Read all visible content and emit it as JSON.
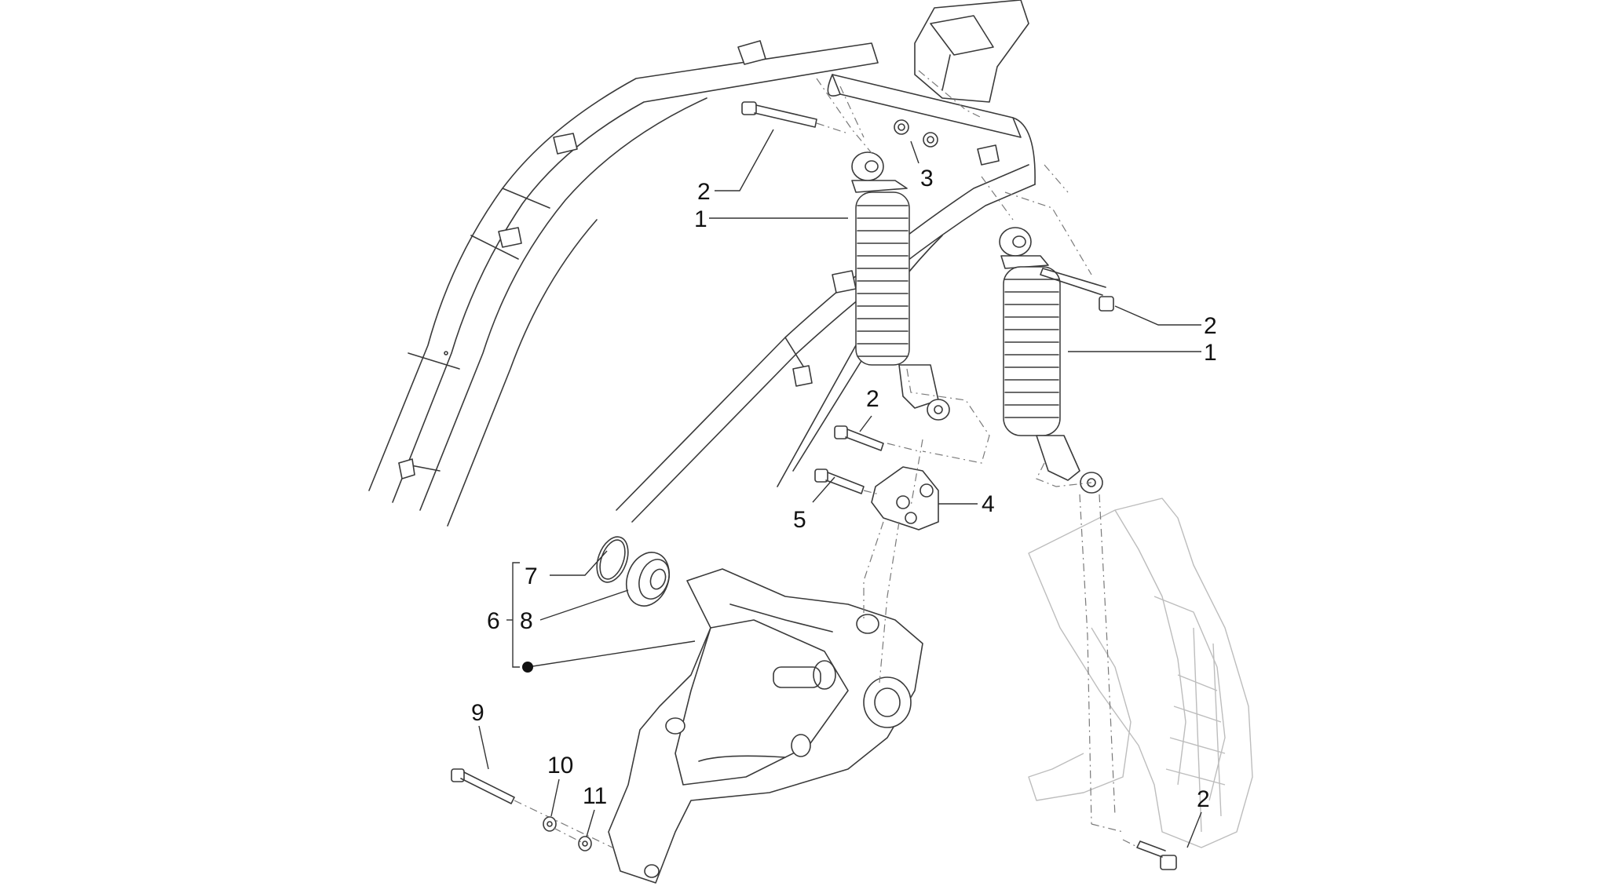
{
  "callouts": [
    {
      "id": "c-2-top",
      "text": "2"
    },
    {
      "id": "c-1-left",
      "text": "1"
    },
    {
      "id": "c-3",
      "text": "3"
    },
    {
      "id": "c-2-right",
      "text": "2"
    },
    {
      "id": "c-1-right",
      "text": "1"
    },
    {
      "id": "c-2-mid",
      "text": "2"
    },
    {
      "id": "c-4",
      "text": "4"
    },
    {
      "id": "c-5",
      "text": "5"
    },
    {
      "id": "c-7",
      "text": "7"
    },
    {
      "id": "c-6",
      "text": "6"
    },
    {
      "id": "c-8",
      "text": "8"
    },
    {
      "id": "c-9",
      "text": "9"
    },
    {
      "id": "c-10",
      "text": "10"
    },
    {
      "id": "c-11",
      "text": "11"
    },
    {
      "id": "c-2-bottom",
      "text": "2"
    }
  ],
  "colors": {
    "line": "#3a3a3a",
    "faded_part": "#bdbdbd",
    "background": "#ffffff"
  }
}
